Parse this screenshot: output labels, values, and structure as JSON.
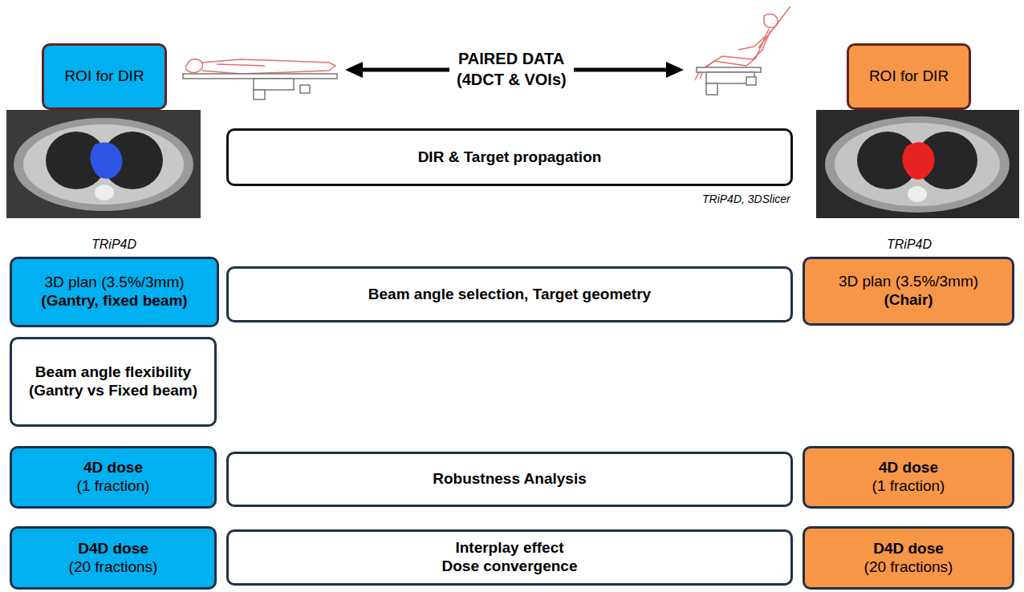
{
  "diagram": {
    "nodes": [
      {
        "text": [
          "ROI for DIR"
        ]
      },
      {
        "text": [
          "ROI for DIR"
        ]
      },
      {
        "text": [
          "DIR & Target propagation"
        ]
      },
      {
        "text": [
          "3D plan (3.5%/3mm)",
          "(Gantry, fixed beam)"
        ]
      },
      {
        "text": [
          "Beam angle selection, Target geometry"
        ]
      },
      {
        "text": [
          "3D plan (3.5%/3mm)",
          "(Chair)"
        ]
      },
      {
        "text": [
          "Beam angle flexibility (Gantry vs Fixed beam)"
        ]
      },
      {
        "text": [
          "4D dose",
          "(1 fraction)"
        ]
      },
      {
        "text": [
          "Robustness Analysis"
        ]
      },
      {
        "text": [
          "4D dose",
          "(1 fraction)"
        ]
      },
      {
        "text": [
          "D4D dose",
          "(20 fractions)"
        ]
      },
      {
        "text": [
          "Interplay effect",
          "Dose convergence"
        ]
      },
      {
        "text": [
          "D4D dose",
          "(20 fractions)"
        ]
      }
    ],
    "labels": [
      "PAIRED DATA",
      "(4DCT & VOIs)",
      "TRiP4D, 3DSlicer",
      "TRiP4D",
      "TRiP4D"
    ]
  }
}
